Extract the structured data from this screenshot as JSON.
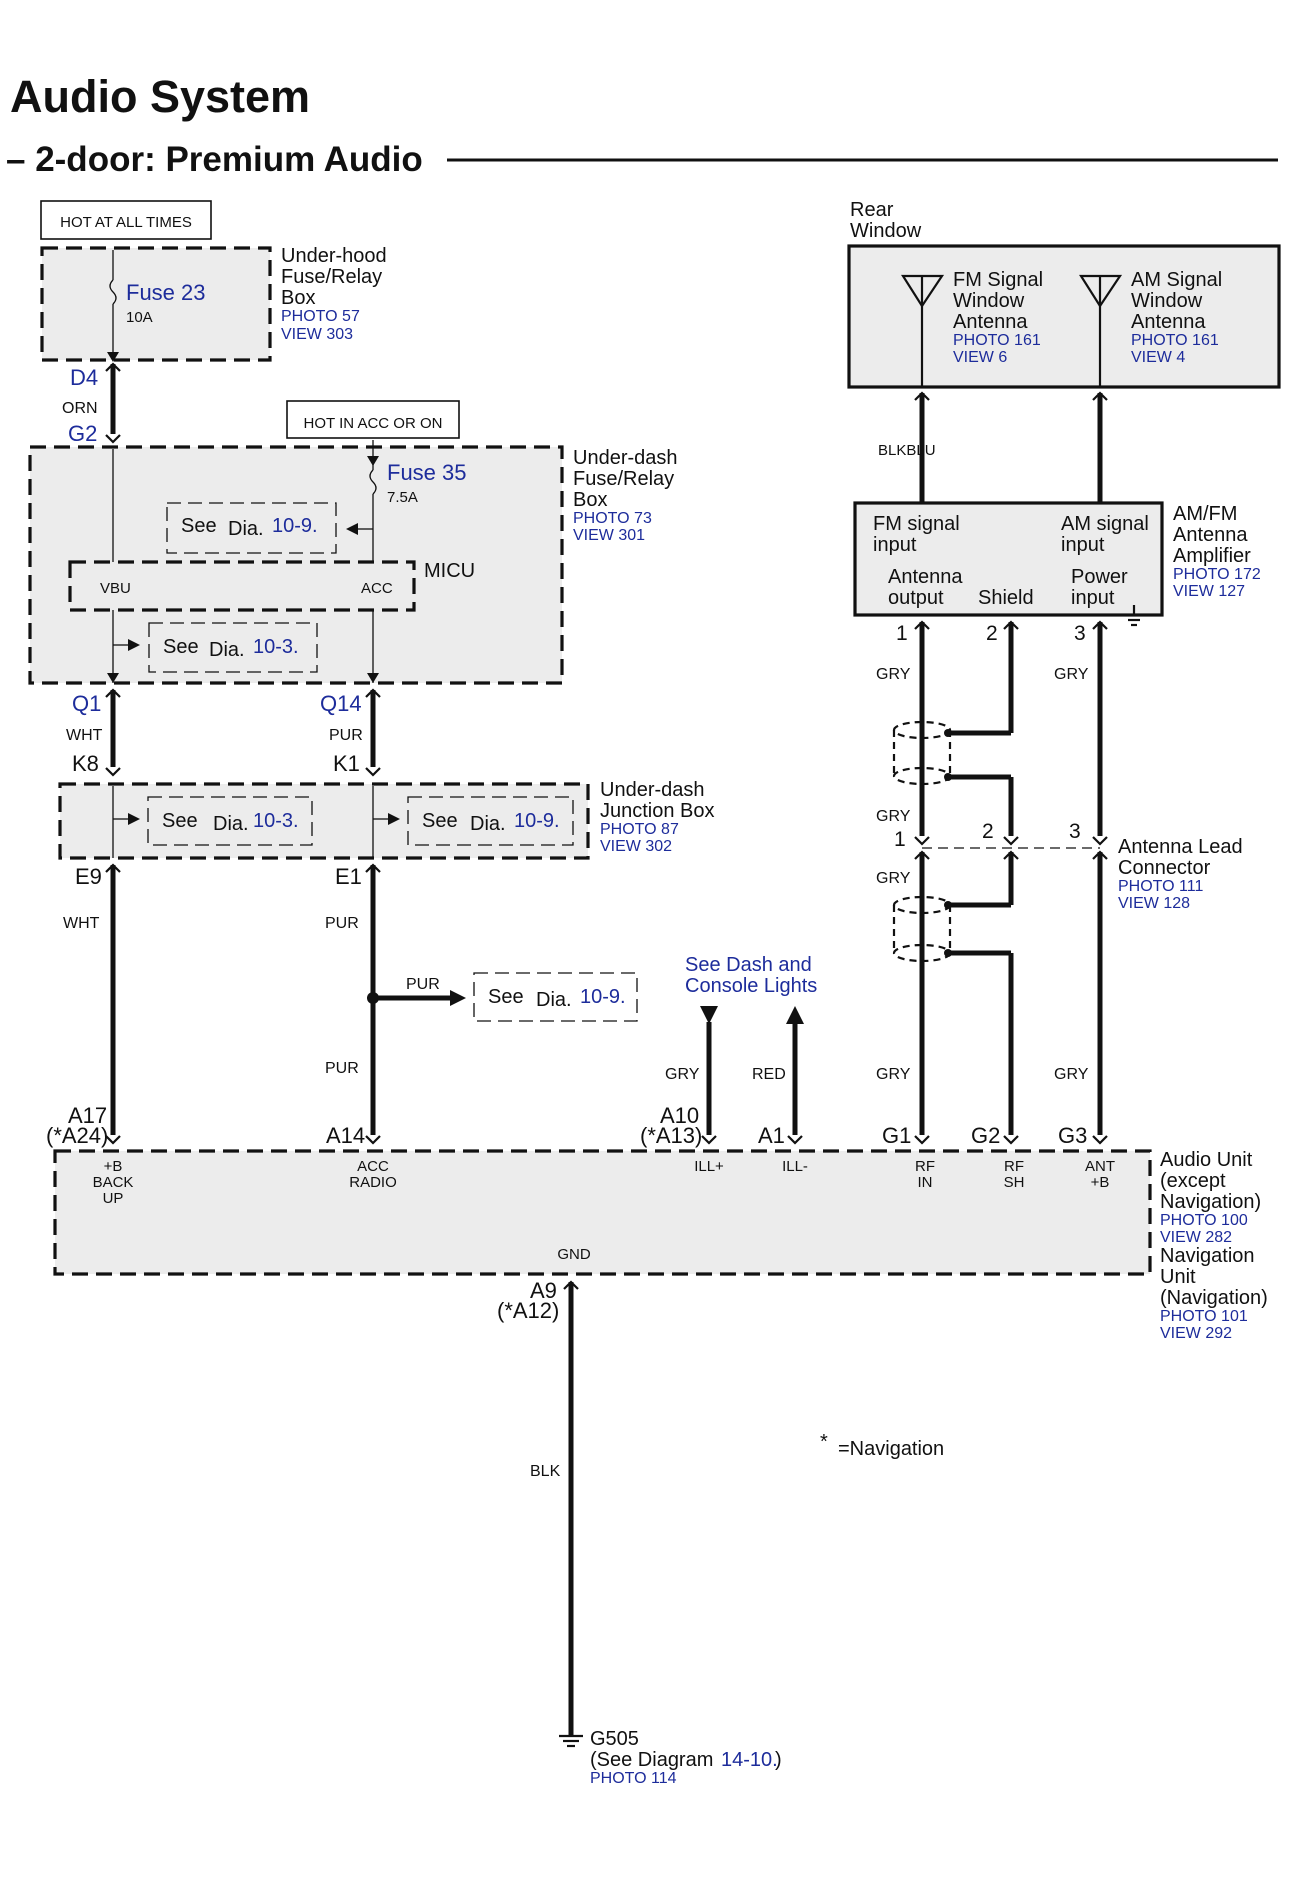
{
  "title": "Audio System",
  "subtitle": "– 2-door: Premium Audio",
  "hot_at_all_times": "HOT AT ALL TIMES",
  "hot_in_acc": "HOT IN ACC OR ON",
  "underhood_box": {
    "name": [
      "Under-hood",
      "Fuse/Relay",
      "Box"
    ],
    "photo": "PHOTO 57",
    "view": "VIEW 303",
    "fuse": "Fuse 23",
    "rating": "10A"
  },
  "underdash_box": {
    "name": [
      "Under-dash",
      "Fuse/Relay",
      "Box"
    ],
    "photo": "PHOTO 73",
    "view": "VIEW 301",
    "fuse": "Fuse 35",
    "rating": "7.5A",
    "micu": "MICU",
    "vbu": "VBU",
    "acc": "ACC"
  },
  "junction_box": {
    "name": [
      "Under-dash",
      "Junction Box"
    ],
    "photo": "PHOTO 87",
    "view": "VIEW 302"
  },
  "see": {
    "see_word": "See",
    "dia_word": "Dia.",
    "ref_10_9": "10-9.",
    "ref_10_3": "10-3."
  },
  "connectors": {
    "d4": "D4",
    "g2": "G2",
    "q1": "Q1",
    "q14": "Q14",
    "k8": "K8",
    "k1": "K1",
    "e9": "E9",
    "e1": "E1",
    "a17": "A17",
    "a24": "(*A24)",
    "a14": "A14",
    "a10": "A10",
    "a13": "(*A13)",
    "a1": "A1",
    "g1": "G1",
    "g2b": "G2",
    "g3": "G3",
    "a9": "A9",
    "a12": "(*A12)"
  },
  "wires": {
    "orn": "ORN",
    "wht": "WHT",
    "pur": "PUR",
    "gry": "GRY",
    "red": "RED",
    "blk": "BLK",
    "blkblu": "BLKBLU"
  },
  "rear_window": {
    "title": [
      "Rear",
      "Window"
    ],
    "fm": [
      "FM Signal",
      "Window",
      "Antenna"
    ],
    "fm_photo": "PHOTO 161",
    "fm_view": "VIEW 6",
    "am": [
      "AM Signal",
      "Window",
      "Antenna"
    ],
    "am_photo": "PHOTO 161",
    "am_view": "VIEW 4"
  },
  "amplifier": {
    "name": [
      "AM/FM",
      "Antenna",
      "Amplifier"
    ],
    "photo": "PHOTO 172",
    "view": "VIEW 127",
    "fm_input": [
      "FM signal",
      "input"
    ],
    "am_input": [
      "AM signal",
      "input"
    ],
    "antenna_output": [
      "Antenna",
      "output"
    ],
    "shield": "Shield",
    "power_input": [
      "Power",
      "input"
    ],
    "pins": [
      "1",
      "2",
      "3"
    ]
  },
  "lead_connector": {
    "name": [
      "Antenna Lead",
      "Connector"
    ],
    "photo": "PHOTO 111",
    "view": "VIEW 128",
    "pins": [
      "1",
      "2",
      "3"
    ]
  },
  "dash_lights": [
    "See Dash and",
    "Console Lights"
  ],
  "audio_unit": {
    "name": [
      "Audio Unit",
      "(except",
      "Navigation)"
    ],
    "photo": "PHOTO 100",
    "view": "VIEW 282",
    "nav_name": [
      "Navigation",
      "Unit",
      "(Navigation)"
    ],
    "nav_photo": "PHOTO 101",
    "nav_view": "VIEW 292",
    "pins": {
      "back_up": [
        "+B",
        "BACK",
        "UP"
      ],
      "acc_radio": [
        "ACC",
        "RADIO"
      ],
      "ill_plus": "ILL+",
      "ill_minus": "ILL-",
      "rf_in": [
        "RF",
        "IN"
      ],
      "rf_sh": [
        "RF",
        "SH"
      ],
      "ant": [
        "ANT",
        "+B"
      ],
      "gnd": "GND"
    }
  },
  "ground": {
    "name": "G505",
    "see_diagram": "(See Diagram",
    "ref": "14-10.",
    "close_paren": ")",
    "photo": "PHOTO 114"
  },
  "footnote": {
    "star": "*",
    "text": "=Navigation"
  }
}
